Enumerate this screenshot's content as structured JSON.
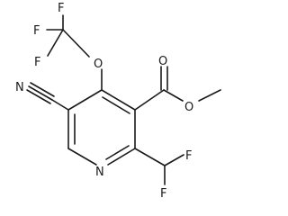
{
  "molecule": {
    "atoms": [
      {
        "id": "f_top",
        "label": "F"
      },
      {
        "id": "f_left",
        "label": "F"
      },
      {
        "id": "f_low",
        "label": "F"
      },
      {
        "id": "o_ether",
        "label": "O"
      },
      {
        "id": "o_carbonyl",
        "label": "O"
      },
      {
        "id": "o_ester",
        "label": "O"
      },
      {
        "id": "n_nitrile",
        "label": "N"
      },
      {
        "id": "n_ring",
        "label": "N"
      },
      {
        "id": "f_chf2_a",
        "label": "F"
      },
      {
        "id": "f_chf2_b",
        "label": "F"
      }
    ]
  }
}
